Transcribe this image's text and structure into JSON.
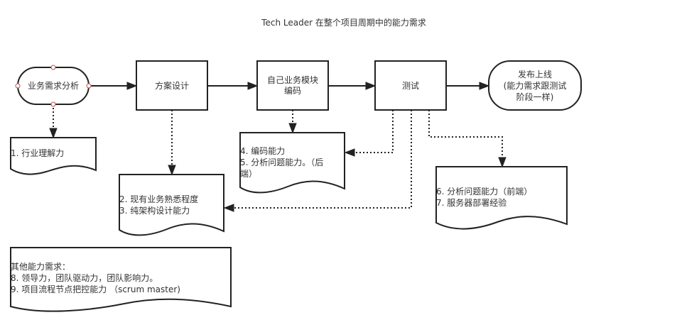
{
  "title": "Tech Leader 在整个项目周期中的能力需求",
  "colors": {
    "stroke": "#222222",
    "text": "#333333",
    "handle": "#b85450",
    "background": "#ffffff"
  },
  "process_nodes": {
    "requirement_analysis": {
      "label": "业务需求分析",
      "shape": "terminator"
    },
    "solution_design": {
      "label": "方案设计",
      "shape": "process"
    },
    "module_coding": {
      "lines": [
        "自己业务模块",
        "编码"
      ],
      "shape": "process"
    },
    "testing": {
      "label": "测试",
      "shape": "process"
    },
    "release": {
      "lines": [
        "发布上线",
        "(能力需求跟测试",
        "阶段一样)"
      ],
      "shape": "terminator"
    }
  },
  "documents": {
    "industry": {
      "lines": [
        "1. 行业理解力"
      ]
    },
    "coding": {
      "lines": [
        "4. 编码能力",
        "5. 分析问题能力。（后",
        "端）"
      ]
    },
    "design": {
      "lines": [
        "2. 现有业务熟悉程度",
        "3. 纯架构设计能力"
      ]
    },
    "frontend": {
      "lines": [
        "6. 分析问题能力（前端）",
        "7. 服务器部署经验"
      ]
    },
    "other": {
      "lines": [
        "其他能力需求：",
        "8. 领导力，团队驱动力，团队影响力。",
        "9. 项目流程节点把控能力 （scrum master)"
      ]
    }
  },
  "edges": [
    {
      "from": "requirement_analysis",
      "to": "solution_design",
      "style": "solid"
    },
    {
      "from": "solution_design",
      "to": "module_coding",
      "style": "solid"
    },
    {
      "from": "module_coding",
      "to": "testing",
      "style": "solid"
    },
    {
      "from": "testing",
      "to": "release",
      "style": "solid"
    },
    {
      "from": "requirement_analysis",
      "to": "industry",
      "style": "dotted"
    },
    {
      "from": "solution_design",
      "to": "design",
      "style": "dotted"
    },
    {
      "from": "module_coding",
      "to": "coding",
      "style": "dotted"
    },
    {
      "from": "testing",
      "to": "coding",
      "style": "dotted"
    },
    {
      "from": "testing",
      "to": "design",
      "style": "dotted"
    },
    {
      "from": "testing",
      "to": "frontend",
      "style": "dotted"
    }
  ]
}
